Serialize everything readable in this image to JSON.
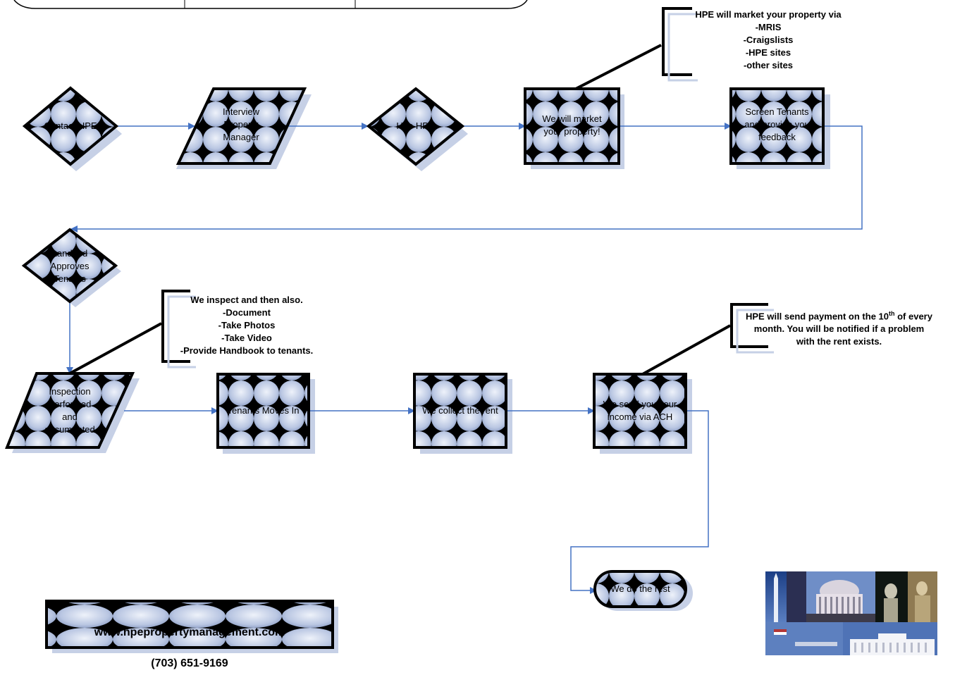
{
  "nodes": {
    "contact": "Contact HPE",
    "interview": "Interview\nProperty\nManager",
    "hire": "Hire HPE",
    "market": "We will market\nyour property!",
    "screen": "Screen Tenants\nand provide you\nfeedback",
    "approve": "Landlord\nApproves\nTenants",
    "inspect": "Inspection\nPerformed\nand\ndocumented",
    "moves": "Tenants Moves In",
    "collect": "We collect the rent",
    "send": "We send you your\nincome via ACH",
    "rest": "We do the rest"
  },
  "notes": {
    "marketing": "HPE will market your property via\n-MRIS\n-Craigslists\n-HPE sites\n-other sites",
    "inspection": "We inspect and then also.\n-Document\n-Take Photos\n-Take Video\n-Provide Handbook to tenants.",
    "payment_a": "HPE will send payment on the 10",
    "payment_sup": "th",
    "payment_b": " of every\nmonth. You will be notified if a problem\nwith the rent exists."
  },
  "footer": {
    "website": "www.hpepropertymanagement.com",
    "phone": "(703) 651-9169"
  },
  "colors": {
    "connector": "#4472c4",
    "shape_fill": "#c9d3ea",
    "shadow": "#c6d0e6",
    "outline": "#000000"
  }
}
